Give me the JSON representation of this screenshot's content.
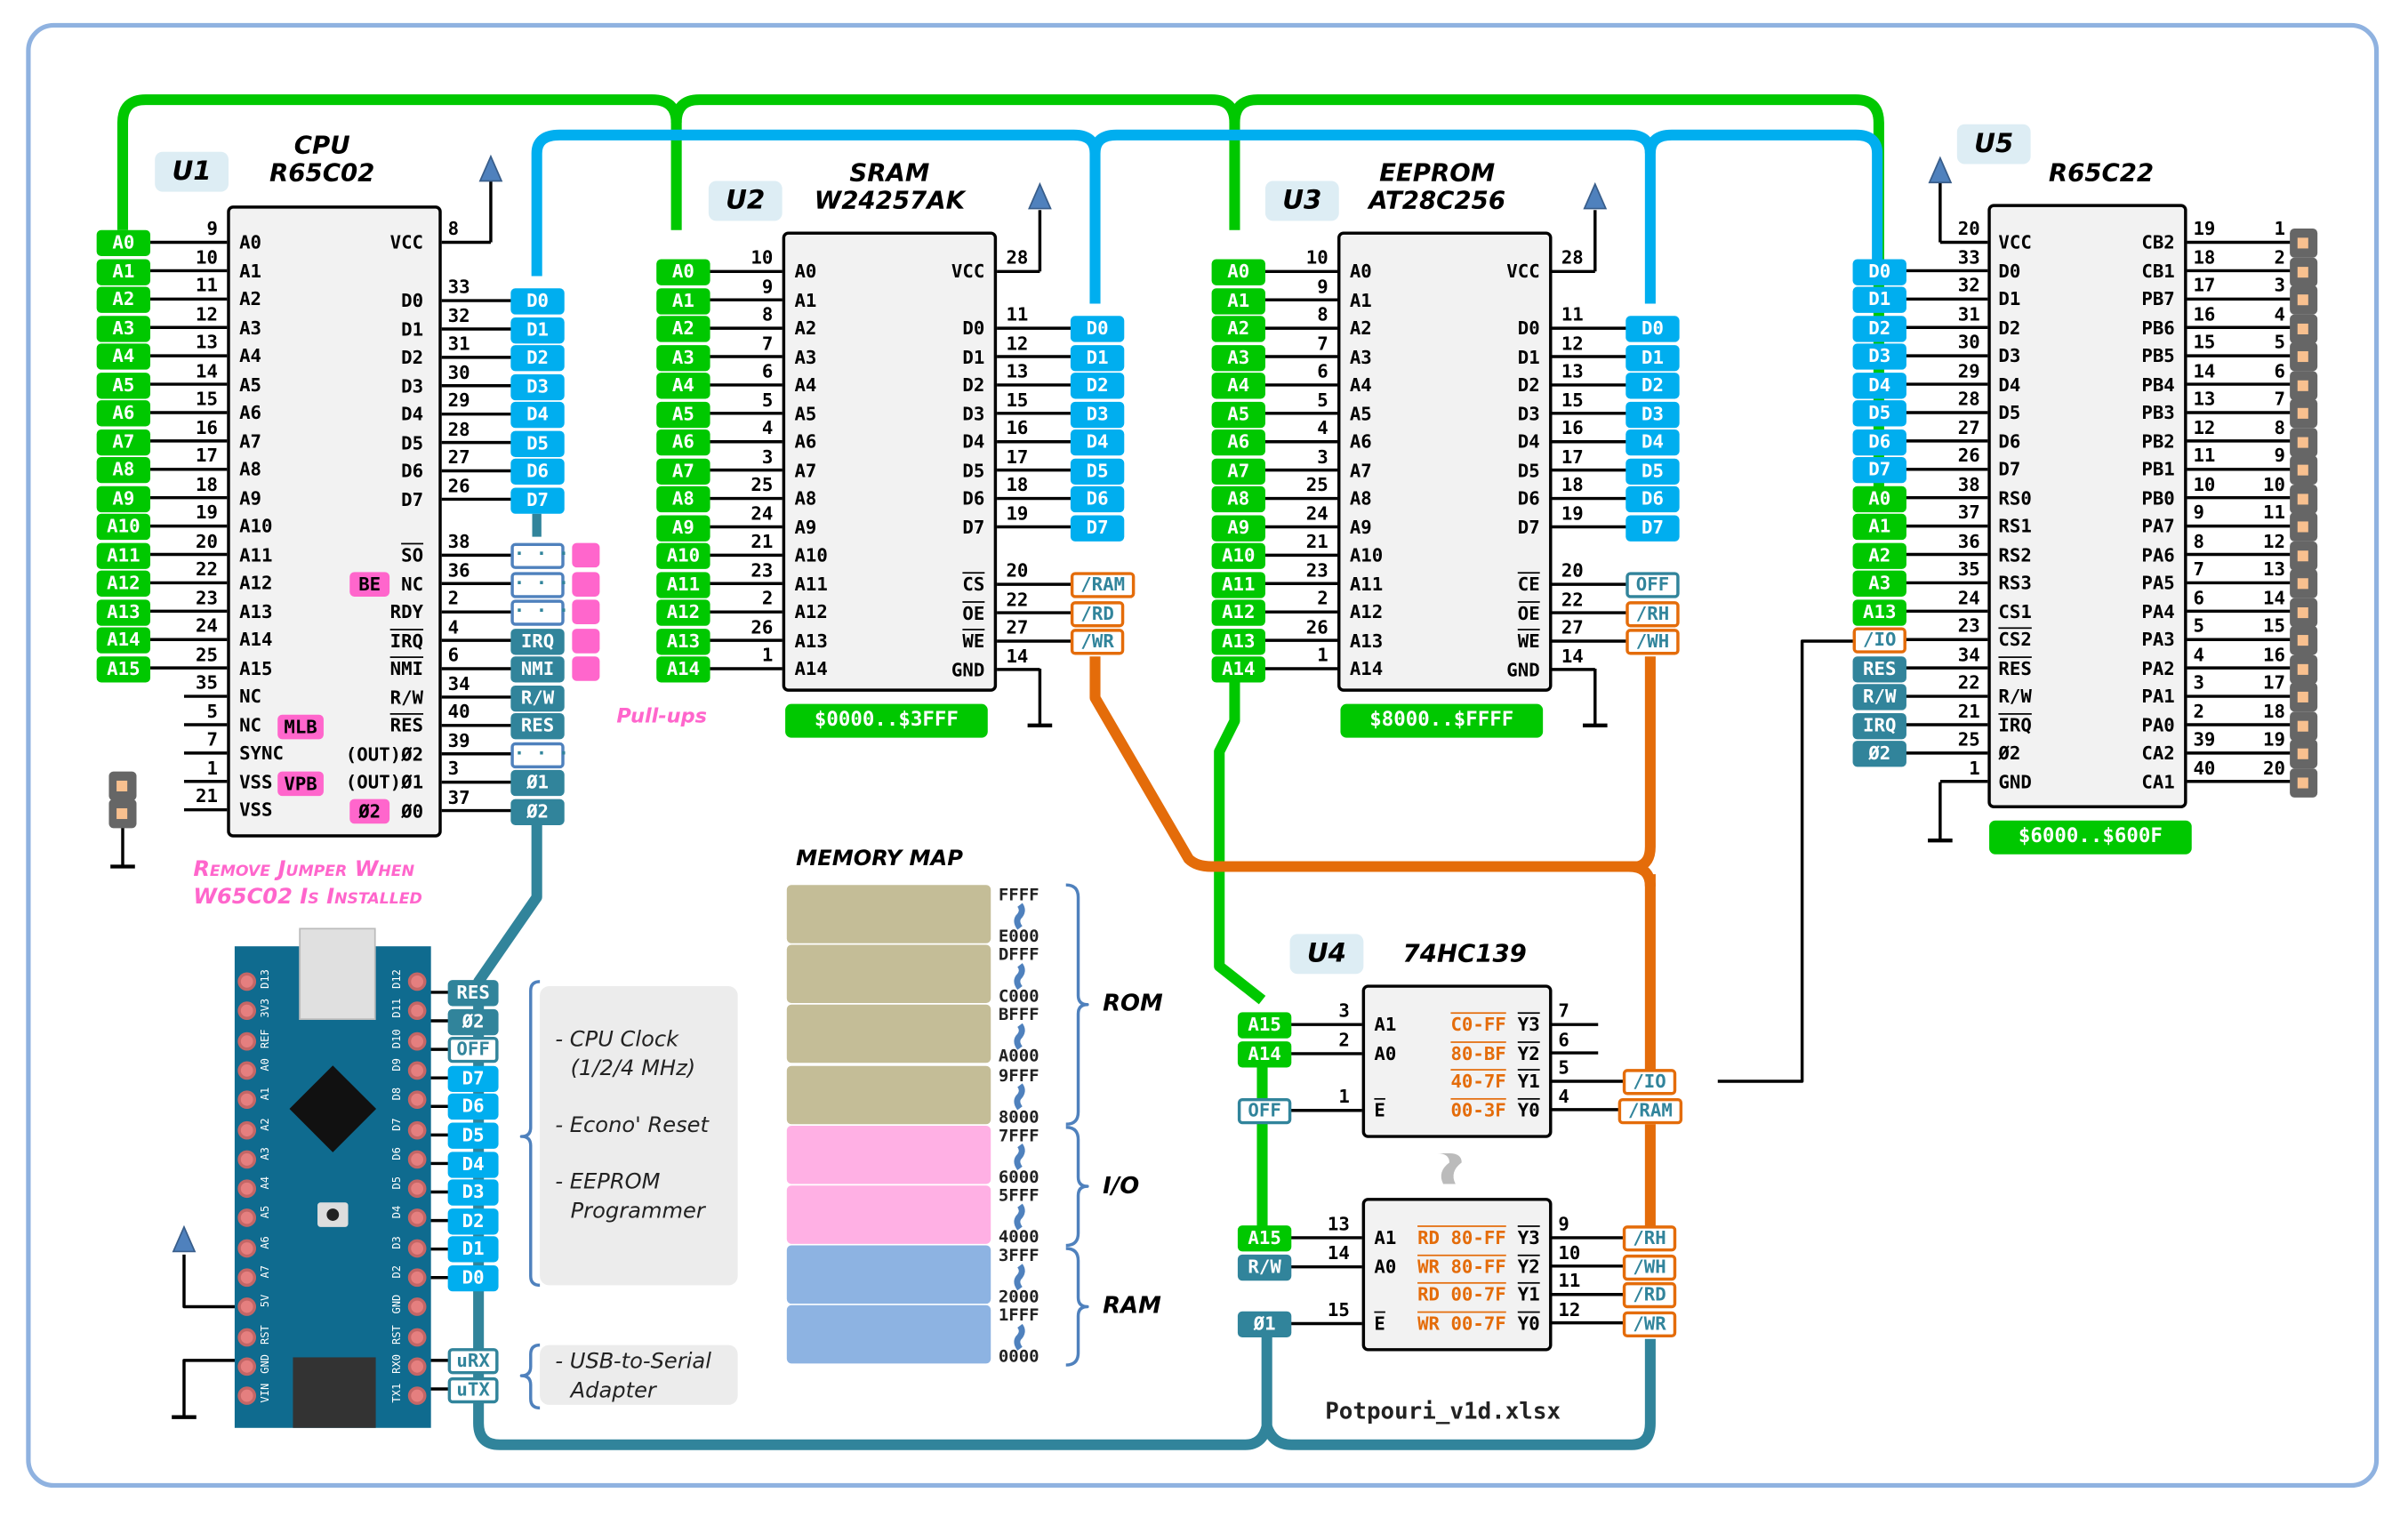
{
  "document": {
    "filename": "Potpouri_v1d.xlsx"
  },
  "colors": {
    "address_bus": "#00c800",
    "data_bus": "#00aeef",
    "control_bus": "#31849b",
    "select_bus": "#e46c0a",
    "highlight": "#ff66cc",
    "frame": "#8fb2e0"
  },
  "u1": {
    "ref": "U1",
    "title1": "CPU",
    "title2": "R65C02",
    "left_pins": [
      {
        "num": "9",
        "name": "A0",
        "net": "A0"
      },
      {
        "num": "10",
        "name": "A1",
        "net": "A1"
      },
      {
        "num": "11",
        "name": "A2",
        "net": "A2"
      },
      {
        "num": "12",
        "name": "A3",
        "net": "A3"
      },
      {
        "num": "13",
        "name": "A4",
        "net": "A4"
      },
      {
        "num": "14",
        "name": "A5",
        "net": "A5"
      },
      {
        "num": "15",
        "name": "A6",
        "net": "A6"
      },
      {
        "num": "16",
        "name": "A7",
        "net": "A7"
      },
      {
        "num": "17",
        "name": "A8",
        "net": "A8"
      },
      {
        "num": "18",
        "name": "A9",
        "net": "A9"
      },
      {
        "num": "19",
        "name": "A10",
        "net": "A10"
      },
      {
        "num": "20",
        "name": "A11",
        "net": "A11"
      },
      {
        "num": "22",
        "name": "A12",
        "net": "A12"
      },
      {
        "num": "23",
        "name": "A13",
        "net": "A13"
      },
      {
        "num": "24",
        "name": "A14",
        "net": "A14"
      },
      {
        "num": "25",
        "name": "A15",
        "net": "A15"
      },
      {
        "num": "35",
        "name": "NC",
        "net": ""
      },
      {
        "num": "5",
        "name": "NC",
        "net": ""
      },
      {
        "num": "7",
        "name": "SYNC",
        "net": ""
      },
      {
        "num": "1",
        "name": "VSS",
        "net": ""
      },
      {
        "num": "21",
        "name": "VSS",
        "net": ""
      }
    ],
    "right_pins": [
      {
        "num": "8",
        "name": "VCC",
        "net": ""
      },
      {
        "num": "33",
        "name": "D0",
        "net": "D0"
      },
      {
        "num": "32",
        "name": "D1",
        "net": "D1"
      },
      {
        "num": "31",
        "name": "D2",
        "net": "D2"
      },
      {
        "num": "30",
        "name": "D3",
        "net": "D3"
      },
      {
        "num": "29",
        "name": "D4",
        "net": "D4"
      },
      {
        "num": "28",
        "name": "D5",
        "net": "D5"
      },
      {
        "num": "27",
        "name": "D6",
        "net": "D6"
      },
      {
        "num": "26",
        "name": "D7",
        "net": "D7"
      },
      {
        "num": "38",
        "name": "SO",
        "net": "..."
      },
      {
        "num": "36",
        "name": "NC",
        "net": "..."
      },
      {
        "num": "2",
        "name": "RDY",
        "net": "..."
      },
      {
        "num": "4",
        "name": "IRQ",
        "net": "IRQ"
      },
      {
        "num": "6",
        "name": "NMI",
        "net": "NMI"
      },
      {
        "num": "34",
        "name": "R/W",
        "net": "R/W"
      },
      {
        "num": "40",
        "name": "RES",
        "net": "RES"
      },
      {
        "num": "39",
        "name": "(OUT)Ø2",
        "net": "..."
      },
      {
        "num": "3",
        "name": "(OUT)Ø1",
        "net": "Ø1"
      },
      {
        "num": "37",
        "name": "Ø0",
        "net": "Ø2"
      }
    ],
    "w65c02_badges": {
      "be": "BE",
      "mlb": "MLB",
      "vpb": "VPB",
      "phi2": "Ø2"
    }
  },
  "u2": {
    "ref": "U2",
    "title1": "SRAM",
    "title2": "W24257AK",
    "address_range": "$0000..$3FFF",
    "left_pins": [
      {
        "num": "10",
        "name": "A0"
      },
      {
        "num": "9",
        "name": "A1"
      },
      {
        "num": "8",
        "name": "A2"
      },
      {
        "num": "7",
        "name": "A3"
      },
      {
        "num": "6",
        "name": "A4"
      },
      {
        "num": "5",
        "name": "A5"
      },
      {
        "num": "4",
        "name": "A6"
      },
      {
        "num": "3",
        "name": "A7"
      },
      {
        "num": "25",
        "name": "A8"
      },
      {
        "num": "24",
        "name": "A9"
      },
      {
        "num": "21",
        "name": "A10"
      },
      {
        "num": "23",
        "name": "A11"
      },
      {
        "num": "2",
        "name": "A12"
      },
      {
        "num": "26",
        "name": "A13"
      },
      {
        "num": "1",
        "name": "A14"
      }
    ],
    "right_pins": [
      {
        "num": "28",
        "name": "VCC",
        "net": ""
      },
      {
        "num": "11",
        "name": "D0",
        "net": "D0"
      },
      {
        "num": "12",
        "name": "D1",
        "net": "D1"
      },
      {
        "num": "13",
        "name": "D2",
        "net": "D2"
      },
      {
        "num": "15",
        "name": "D3",
        "net": "D3"
      },
      {
        "num": "16",
        "name": "D4",
        "net": "D4"
      },
      {
        "num": "17",
        "name": "D5",
        "net": "D5"
      },
      {
        "num": "18",
        "name": "D6",
        "net": "D6"
      },
      {
        "num": "19",
        "name": "D7",
        "net": "D7"
      },
      {
        "num": "20",
        "name": "CS",
        "net": "/RAM"
      },
      {
        "num": "22",
        "name": "OE",
        "net": "/RD"
      },
      {
        "num": "27",
        "name": "WE",
        "net": "/WR"
      },
      {
        "num": "14",
        "name": "GND",
        "net": ""
      }
    ]
  },
  "u3": {
    "ref": "U3",
    "title1": "EEPROM",
    "title2": "AT28C256",
    "address_range": "$8000..$FFFF",
    "left_pins": [
      {
        "num": "10",
        "name": "A0"
      },
      {
        "num": "9",
        "name": "A1"
      },
      {
        "num": "8",
        "name": "A2"
      },
      {
        "num": "7",
        "name": "A3"
      },
      {
        "num": "6",
        "name": "A4"
      },
      {
        "num": "5",
        "name": "A5"
      },
      {
        "num": "4",
        "name": "A6"
      },
      {
        "num": "3",
        "name": "A7"
      },
      {
        "num": "25",
        "name": "A8"
      },
      {
        "num": "24",
        "name": "A9"
      },
      {
        "num": "21",
        "name": "A10"
      },
      {
        "num": "23",
        "name": "A11"
      },
      {
        "num": "2",
        "name": "A12"
      },
      {
        "num": "26",
        "name": "A13"
      },
      {
        "num": "1",
        "name": "A14"
      }
    ],
    "right_pins": [
      {
        "num": "28",
        "name": "VCC",
        "net": ""
      },
      {
        "num": "11",
        "name": "D0",
        "net": "D0"
      },
      {
        "num": "12",
        "name": "D1",
        "net": "D1"
      },
      {
        "num": "13",
        "name": "D2",
        "net": "D2"
      },
      {
        "num": "15",
        "name": "D3",
        "net": "D3"
      },
      {
        "num": "16",
        "name": "D4",
        "net": "D4"
      },
      {
        "num": "17",
        "name": "D5",
        "net": "D5"
      },
      {
        "num": "18",
        "name": "D6",
        "net": "D6"
      },
      {
        "num": "19",
        "name": "D7",
        "net": "D7"
      },
      {
        "num": "20",
        "name": "CE",
        "net": "OFF"
      },
      {
        "num": "22",
        "name": "OE",
        "net": "/RH"
      },
      {
        "num": "27",
        "name": "WE",
        "net": "/WH"
      },
      {
        "num": "14",
        "name": "GND",
        "net": ""
      }
    ]
  },
  "u4": {
    "ref": "U4",
    "title": "74HC139",
    "a": {
      "inputs": [
        {
          "net": "A15",
          "num": "3",
          "name": "A1"
        },
        {
          "net": "A14",
          "num": "2",
          "name": "A0"
        },
        {
          "net": "OFF",
          "num": "1",
          "name": "E"
        }
      ],
      "outputs": [
        {
          "decode": "C0-FF",
          "name": "Y3",
          "num": "7",
          "net": ""
        },
        {
          "decode": "80-BF",
          "name": "Y2",
          "num": "6",
          "net": ""
        },
        {
          "decode": "40-7F",
          "name": "Y1",
          "num": "5",
          "net": "/IO"
        },
        {
          "decode": "00-3F",
          "name": "Y0",
          "num": "4",
          "net": "/RAM"
        }
      ]
    },
    "b": {
      "inputs": [
        {
          "net": "A15",
          "num": "13",
          "name": "A1"
        },
        {
          "net": "R/W",
          "num": "14",
          "name": "A0"
        },
        {
          "net": "Ø1",
          "num": "15",
          "name": "E"
        }
      ],
      "outputs": [
        {
          "decode": "RD 80-FF",
          "name": "Y3",
          "num": "9",
          "net": "/RH"
        },
        {
          "decode": "WR 80-FF",
          "name": "Y2",
          "num": "10",
          "net": "/WH"
        },
        {
          "decode": "RD 00-7F",
          "name": "Y1",
          "num": "11",
          "net": "/RD"
        },
        {
          "decode": "WR 00-7F",
          "name": "Y0",
          "num": "12",
          "net": "/WR"
        }
      ]
    }
  },
  "u5": {
    "ref": "U5",
    "title": "R65C22",
    "address_range": "$6000..$600F",
    "left_pins": [
      {
        "num": "20",
        "name": "VCC",
        "net": ""
      },
      {
        "num": "33",
        "name": "D0",
        "net": "D0"
      },
      {
        "num": "32",
        "name": "D1",
        "net": "D1"
      },
      {
        "num": "31",
        "name": "D2",
        "net": "D2"
      },
      {
        "num": "30",
        "name": "D3",
        "net": "D3"
      },
      {
        "num": "29",
        "name": "D4",
        "net": "D4"
      },
      {
        "num": "28",
        "name": "D5",
        "net": "D5"
      },
      {
        "num": "27",
        "name": "D6",
        "net": "D6"
      },
      {
        "num": "26",
        "name": "D7",
        "net": "D7"
      },
      {
        "num": "38",
        "name": "RS0",
        "net": "A0"
      },
      {
        "num": "37",
        "name": "RS1",
        "net": "A1"
      },
      {
        "num": "36",
        "name": "RS2",
        "net": "A2"
      },
      {
        "num": "35",
        "name": "RS3",
        "net": "A3"
      },
      {
        "num": "24",
        "name": "CS1",
        "net": "A13"
      },
      {
        "num": "23",
        "name": "CS2",
        "net": "/IO"
      },
      {
        "num": "34",
        "name": "RES",
        "net": "RES"
      },
      {
        "num": "22",
        "name": "R/W",
        "net": "R/W"
      },
      {
        "num": "21",
        "name": "IRQ",
        "net": "IRQ"
      },
      {
        "num": "25",
        "name": "Ø2",
        "net": "Ø2"
      },
      {
        "num": "1",
        "name": "GND",
        "net": ""
      }
    ],
    "right_pins": [
      {
        "num": "19",
        "name": "CB2",
        "hdr": "1"
      },
      {
        "num": "18",
        "name": "CB1",
        "hdr": "2"
      },
      {
        "num": "17",
        "name": "PB7",
        "hdr": "3"
      },
      {
        "num": "16",
        "name": "PB6",
        "hdr": "4"
      },
      {
        "num": "15",
        "name": "PB5",
        "hdr": "5"
      },
      {
        "num": "14",
        "name": "PB4",
        "hdr": "6"
      },
      {
        "num": "13",
        "name": "PB3",
        "hdr": "7"
      },
      {
        "num": "12",
        "name": "PB2",
        "hdr": "8"
      },
      {
        "num": "11",
        "name": "PB1",
        "hdr": "9"
      },
      {
        "num": "10",
        "name": "PB0",
        "hdr": "10"
      },
      {
        "num": "9",
        "name": "PA7",
        "hdr": "11"
      },
      {
        "num": "8",
        "name": "PA6",
        "hdr": "12"
      },
      {
        "num": "7",
        "name": "PA5",
        "hdr": "13"
      },
      {
        "num": "6",
        "name": "PA4",
        "hdr": "14"
      },
      {
        "num": "5",
        "name": "PA3",
        "hdr": "15"
      },
      {
        "num": "4",
        "name": "PA2",
        "hdr": "16"
      },
      {
        "num": "3",
        "name": "PA1",
        "hdr": "17"
      },
      {
        "num": "2",
        "name": "PA0",
        "hdr": "18"
      },
      {
        "num": "39",
        "name": "CA2",
        "hdr": "19"
      },
      {
        "num": "40",
        "name": "CA1",
        "hdr": "20"
      }
    ]
  },
  "notes": {
    "pullups": "Pull-ups",
    "jumper_line1": "Remove Jumper When",
    "jumper_line2": "W65C02 Is Installed"
  },
  "nano": {
    "pins": [
      {
        "net": "RES"
      },
      {
        "net": "Ø2"
      },
      {
        "net": "OFF"
      },
      {
        "net": "D7"
      },
      {
        "net": "D6"
      },
      {
        "net": "D5"
      },
      {
        "net": "D4"
      },
      {
        "net": "D3"
      },
      {
        "net": "D2"
      },
      {
        "net": "D1"
      },
      {
        "net": "D0"
      }
    ],
    "serial": [
      {
        "net": "uRX"
      },
      {
        "net": "uTX"
      }
    ],
    "left_labels": [
      "D13",
      "3V3",
      "REF",
      "A0",
      "A1",
      "A2",
      "A3",
      "A4",
      "A5",
      "A6",
      "A7",
      "5V",
      "RST",
      "GND",
      "VIN"
    ],
    "right_labels": [
      "D12",
      "D11",
      "D10",
      "D9",
      "D8",
      "D7",
      "D6",
      "D5",
      "D4",
      "D3",
      "D2",
      "GND",
      "RST",
      "RX0",
      "TX1"
    ],
    "features_1": "- CPU Clock",
    "features_2": "(1/2/4 MHz)",
    "features_3": "- Econo' Reset",
    "features_4": "- EEPROM",
    "features_5": "Programmer",
    "serial_1": "- USB-to-Serial",
    "serial_2": "Adapter"
  },
  "memory_map": {
    "title": "MEMORY MAP",
    "blocks": [
      {
        "hi": "FFFF",
        "lo": "E000",
        "type": "ROM",
        "color": "#c4bd97"
      },
      {
        "hi": "DFFF",
        "lo": "C000",
        "type": "ROM",
        "color": "#c4bd97"
      },
      {
        "hi": "BFFF",
        "lo": "A000",
        "type": "ROM",
        "color": "#c4bd97"
      },
      {
        "hi": "9FFF",
        "lo": "8000",
        "type": "ROM",
        "color": "#c4bd97"
      },
      {
        "hi": "7FFF",
        "lo": "6000",
        "type": "I/O",
        "color": "#ffb0e4"
      },
      {
        "hi": "5FFF",
        "lo": "4000",
        "type": "I/O",
        "color": "#ffb0e4"
      },
      {
        "hi": "3FFF",
        "lo": "2000",
        "type": "RAM",
        "color": "#8db3e2"
      },
      {
        "hi": "1FFF",
        "lo": "0000",
        "type": "RAM",
        "color": "#8db3e2"
      }
    ],
    "groups": [
      "ROM",
      "I/O",
      "RAM"
    ]
  }
}
